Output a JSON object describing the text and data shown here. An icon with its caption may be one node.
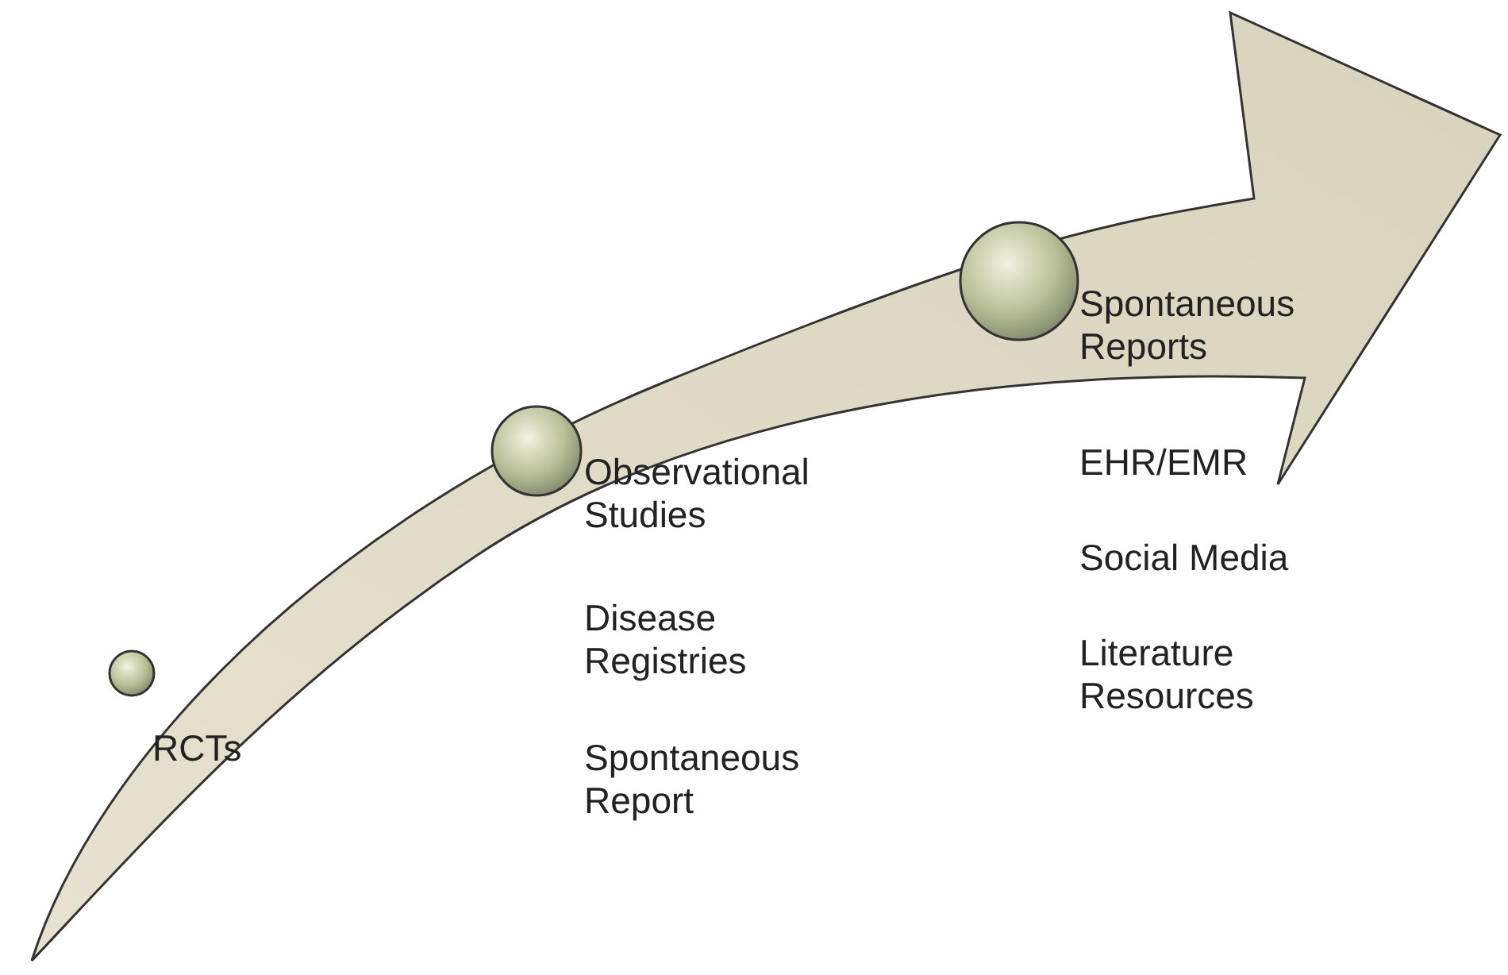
{
  "diagram": {
    "nodes": [
      {
        "text": [
          "RCTs"
        ]
      },
      {
        "text": [
          "Observational Studies",
          "Disease Registries",
          "Spontaneous Report"
        ]
      },
      {
        "text": [
          "Spontaneous Reports",
          "EHR/EMR",
          "Social Media",
          "Literature Resources"
        ]
      }
    ]
  }
}
